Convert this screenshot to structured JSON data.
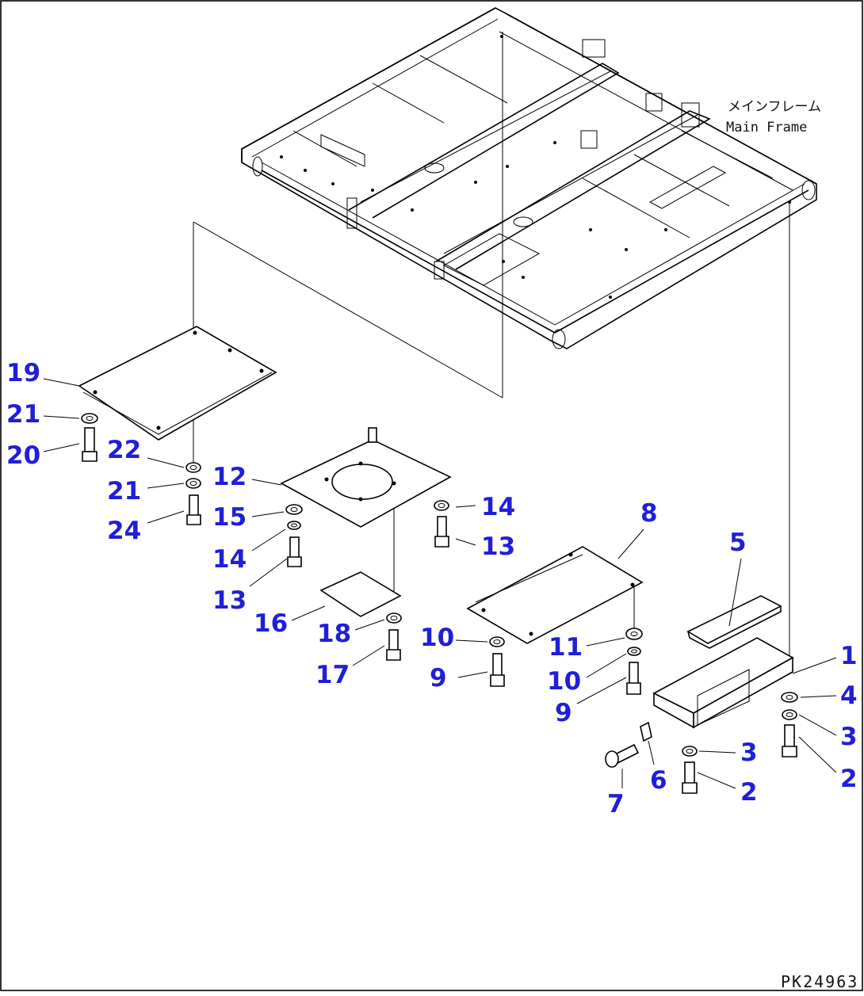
{
  "labels": {
    "frame_jp": "メインフレーム",
    "frame_en": "Main Frame",
    "drawing_no": "PK24963"
  },
  "callouts": [
    {
      "id": "c1",
      "text": "1"
    },
    {
      "id": "c2a",
      "text": "2"
    },
    {
      "id": "c2b",
      "text": "2"
    },
    {
      "id": "c3a",
      "text": "3"
    },
    {
      "id": "c3b",
      "text": "3"
    },
    {
      "id": "c4",
      "text": "4"
    },
    {
      "id": "c5",
      "text": "5"
    },
    {
      "id": "c6",
      "text": "6"
    },
    {
      "id": "c7",
      "text": "7"
    },
    {
      "id": "c8",
      "text": "8"
    },
    {
      "id": "c9a",
      "text": "9"
    },
    {
      "id": "c9b",
      "text": "9"
    },
    {
      "id": "c10a",
      "text": "10"
    },
    {
      "id": "c10b",
      "text": "10"
    },
    {
      "id": "c11",
      "text": "11"
    },
    {
      "id": "c12",
      "text": "12"
    },
    {
      "id": "c13a",
      "text": "13"
    },
    {
      "id": "c13b",
      "text": "13"
    },
    {
      "id": "c14a",
      "text": "14"
    },
    {
      "id": "c14b",
      "text": "14"
    },
    {
      "id": "c15",
      "text": "15"
    },
    {
      "id": "c16",
      "text": "16"
    },
    {
      "id": "c17",
      "text": "17"
    },
    {
      "id": "c18",
      "text": "18"
    },
    {
      "id": "c19",
      "text": "19"
    },
    {
      "id": "c20",
      "text": "20"
    },
    {
      "id": "c21a",
      "text": "21"
    },
    {
      "id": "c21b",
      "text": "21"
    },
    {
      "id": "c22",
      "text": "22"
    },
    {
      "id": "c24",
      "text": "24"
    }
  ],
  "colors": {
    "callout": "#1f1fd8",
    "line": "#000000",
    "background": "#ffffff"
  }
}
